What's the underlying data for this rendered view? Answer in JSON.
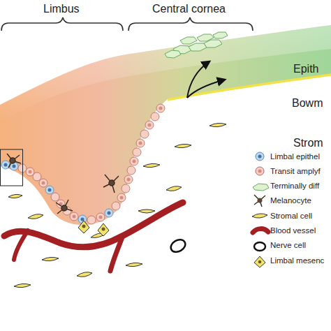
{
  "diagram": {
    "labels": [
      "Limbus",
      "Central cornea",
      "Epith",
      "Bowm",
      "Strom"
    ],
    "legend": [
      {
        "text": "Limbal epithel"
      },
      {
        "text": "Transit amplyf"
      },
      {
        "text": "Terminally diff"
      },
      {
        "text": "Melanocyte"
      },
      {
        "text": "Stromal cell"
      },
      {
        "text": "Blood vessel"
      },
      {
        "text": "Nerve cell"
      },
      {
        "text": "Limbal mesenc"
      }
    ]
  }
}
